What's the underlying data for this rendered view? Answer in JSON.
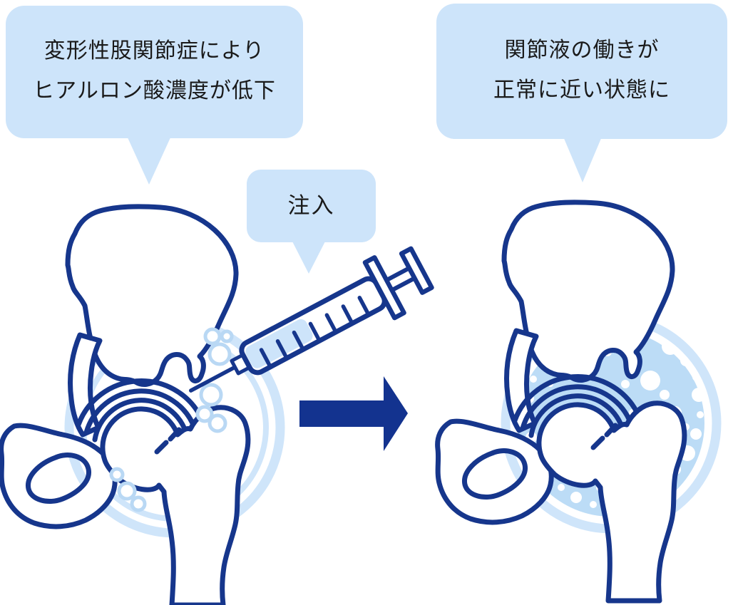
{
  "bubbles": {
    "before": {
      "line1": "変形性股関節症により",
      "line2": "ヒアルロン酸濃度が低下"
    },
    "injection": {
      "label": "注入"
    },
    "after": {
      "line1": "関節液の働きが",
      "line2": "正常に近い状態に"
    }
  },
  "icons": {
    "syringe": "syringe-icon",
    "arrow": "arrow-right-icon",
    "hip_before": "hip-joint-low-hyaluronic-illustration",
    "hip_after": "hip-joint-restored-fluid-illustration"
  },
  "colors": {
    "outline_navy": "#16368c",
    "arrow_blue": "#13338f",
    "bubble_background": "#cde4fa",
    "capsule_ring": "#cfe5fa",
    "joint_fluid_fill": "#bcdcf6",
    "sparse_bubble_ring": "#b9d8f4",
    "bone_fill": "#ffffff",
    "text": "#1a1a1a"
  }
}
